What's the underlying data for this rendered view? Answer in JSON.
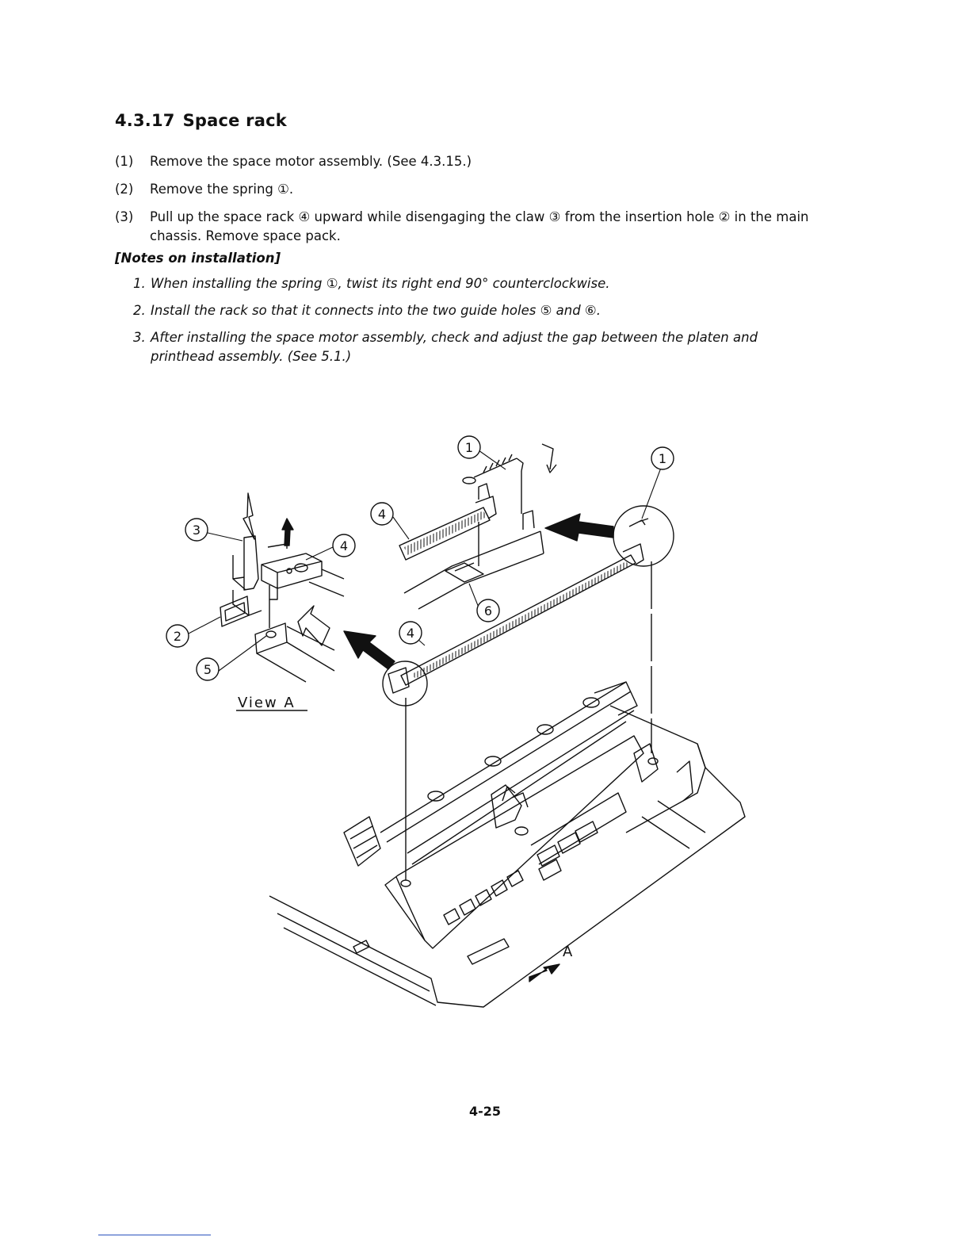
{
  "section": {
    "number": "4.3.17",
    "title": "Space rack"
  },
  "steps": [
    {
      "num": "(1)",
      "text": "Remove the space motor assembly. (See 4.3.15.)"
    },
    {
      "num": "(2)",
      "text": "Remove the spring ①."
    },
    {
      "num": "(3)",
      "text": "Pull up the space rack ④ upward while disengaging the claw ③ from the insertion hole ② in the main chassis. Remove space pack."
    }
  ],
  "notes_heading": "[Notes on installation]",
  "notes": [
    {
      "num": "1.",
      "text": "When installing the spring ①, twist its right end 90° counterclockwise."
    },
    {
      "num": "2.",
      "text": "Install the rack so that it connects into the two guide holes ⑤ and ⑥."
    },
    {
      "num": "3.",
      "text": "After installing the space motor assembly, check and adjust the gap between the platen and printhead assembly. (See 5.1.)"
    }
  ],
  "figure": {
    "callouts": [
      "1",
      "1",
      "4",
      "4",
      "3",
      "4",
      "2",
      "5",
      "6"
    ],
    "view_label": "View A",
    "arrow_label": "A"
  },
  "page_number": "4-25"
}
